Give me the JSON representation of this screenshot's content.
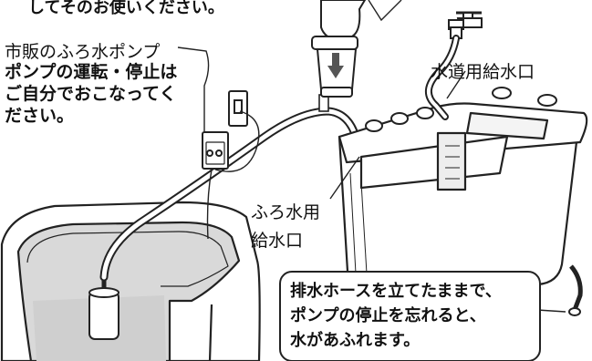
{
  "labels": {
    "top_line": "してそのお使いください。",
    "pump_title": "市販のふろ水ポンプ",
    "pump_note": [
      "ポンプの運転・停止は",
      "ご自分でおこなってく",
      "ださい。"
    ],
    "tap_inlet": "水道用給水口",
    "bath_inlet": [
      "ふろ水用",
      "給水口"
    ],
    "warning": [
      "排水ホースを立てたままで、",
      "ポンプの停止を忘れると、",
      "水があふれます。"
    ]
  },
  "colors": {
    "line": "#222222",
    "water": "#cfcfcf",
    "tub_shadow": "#bdbdbd",
    "background": "#ffffff"
  },
  "icons": [
    "faucet-icon",
    "power-outlet-icon",
    "pump-switch-box-icon",
    "submersible-pump-icon",
    "down-arrow-icon"
  ]
}
